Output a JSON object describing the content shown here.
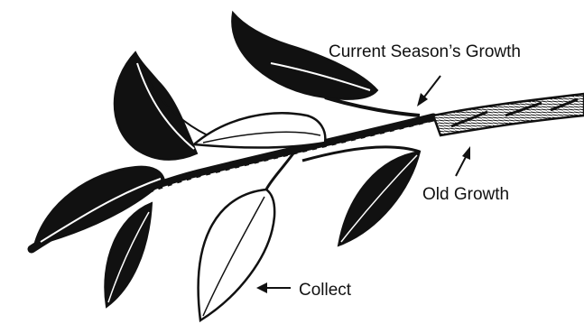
{
  "labels": {
    "current_season_growth": "Current Season’s Growth",
    "old_growth": "Old Growth",
    "collect": "Collect"
  },
  "colors": {
    "ink": "#111111",
    "paper": "#ffffff"
  }
}
